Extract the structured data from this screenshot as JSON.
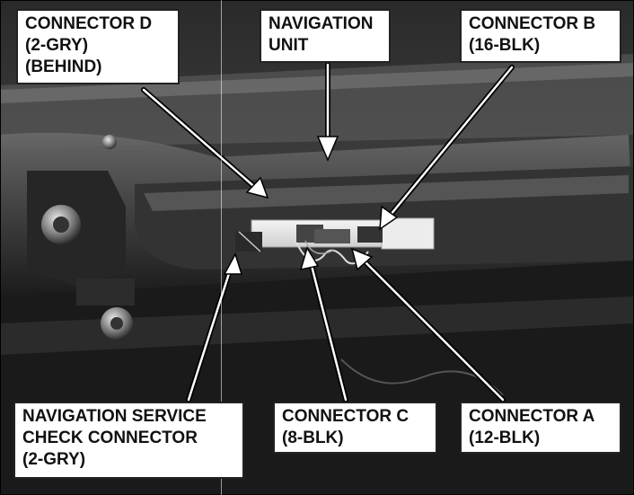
{
  "figure": {
    "callouts": {
      "connector_d": [
        "CONNECTOR D",
        "(2-GRY)",
        "(BEHIND)"
      ],
      "navigation_unit": [
        "NAVIGATION",
        "UNIT"
      ],
      "connector_b": [
        "CONNECTOR B",
        "(16-BLK)"
      ],
      "service_check_connector": [
        "NAVIGATION SERVICE",
        "CHECK CONNECTOR",
        "(2-GRY)"
      ],
      "connector_c": [
        "CONNECTOR C",
        "(8-BLK)"
      ],
      "connector_a": [
        "CONNECTOR A",
        "(12-BLK)"
      ]
    }
  }
}
